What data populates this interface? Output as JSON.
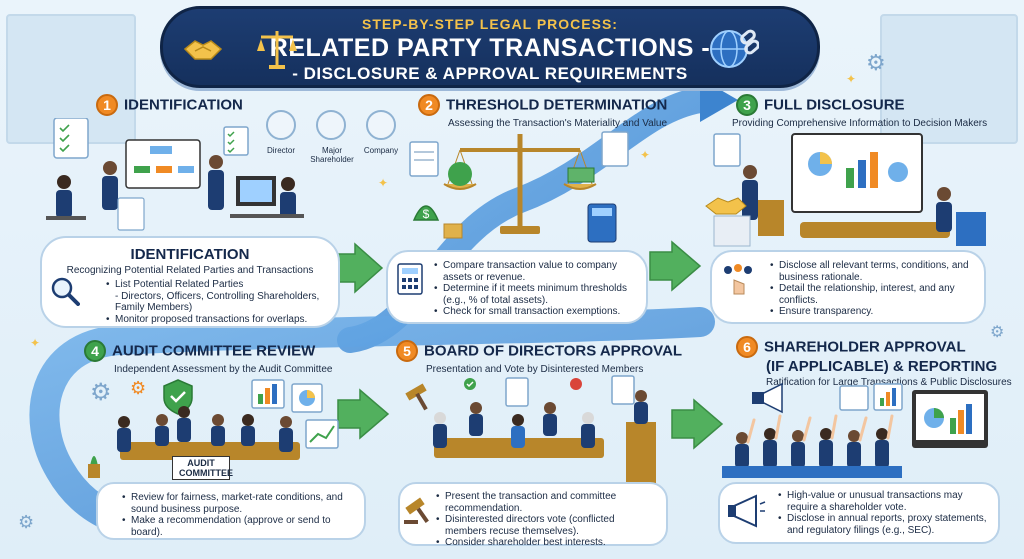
{
  "header": {
    "kicker": "STEP-BY-STEP LEGAL PROCESS:",
    "title": "RELATED PARTY TRANSACTIONS -",
    "subtitle": "- DISCLOSURE & APPROVAL REQUIREMENTS"
  },
  "steps": [
    {
      "number": "1",
      "title": "IDENTIFICATION",
      "roles": [
        "Director",
        "Major Shareholder",
        "Company"
      ],
      "box_heading": "IDENTIFICATION",
      "box_subtitle": "Recognizing Potential Related Parties and Transactions",
      "bullets": [
        "List Potential Related Parties",
        "- Directors, Officers, Controlling Shareholders,",
        "Family Members)",
        "Monitor proposed transactions for overlaps."
      ]
    },
    {
      "number": "2",
      "title": "THRESHOLD DETERMINATION",
      "subtitle": "Assessing the Transaction's Materiality and Value",
      "bullets": [
        "Compare transaction value to company assets or revenue.",
        "Determine if it meets minimum thresholds (e.g., % of total assets).",
        "Check for small transaction exemptions."
      ]
    },
    {
      "number": "3",
      "title": "FULL DISCLOSURE",
      "subtitle": "Providing Comprehensive Information to Decision Makers",
      "bullets": [
        "Disclose all relevant terms, conditions, and business rationale.",
        "Detail the relationship, interest, and any conflicts.",
        "Ensure transparency."
      ]
    },
    {
      "number": "4",
      "title": "AUDIT COMMITTEE REVIEW",
      "subtitle": "Independent Assessment by the Audit Committee",
      "sign": "AUDIT COMMITTEE",
      "bullets": [
        "Review for fairness, market-rate conditions, and sound business purpose.",
        "Make a recommendation (approve or send to board)."
      ]
    },
    {
      "number": "5",
      "title": "BOARD OF DIRECTORS APPROVAL",
      "subtitle": "Presentation and Vote by Disinterested Members",
      "bullets": [
        "Present the transaction and committee recommendation.",
        "Disinterested directors vote (conflicted members recuse themselves).",
        "Consider shareholder best interests."
      ]
    },
    {
      "number": "6",
      "title": "SHAREHOLDER APPROVAL (IF APPLICABLE) & REPORTING",
      "title_line1": "SHAREHOLDER APPROVAL",
      "title_line2": "(IF APPLICABLE) & REPORTING",
      "subtitle": "Ratification for Large Transactions & Public Disclosures",
      "bullets": [
        "High-value or unusual transactions may require a shareholder vote.",
        "Disclose in annual reports, proxy statements, and regulatory filings (e.g., SEC)."
      ]
    }
  ],
  "colors": {
    "banner": "#1d3d72",
    "kicker": "#f3c24b",
    "orange_badge": "#f08a24",
    "green_badge": "#3fa24c",
    "flow_blue": "#4a90d9",
    "flow_arrow_green": "#52b05e"
  },
  "icons": [
    "handshake-icon",
    "scales-icon",
    "globe-link-icon",
    "magnifier-icon",
    "gear-icon",
    "shield-check-icon",
    "gavel-icon",
    "megaphone-icon",
    "money-bag-icon",
    "calculator-icon",
    "document-icon",
    "presentation-board-icon"
  ]
}
